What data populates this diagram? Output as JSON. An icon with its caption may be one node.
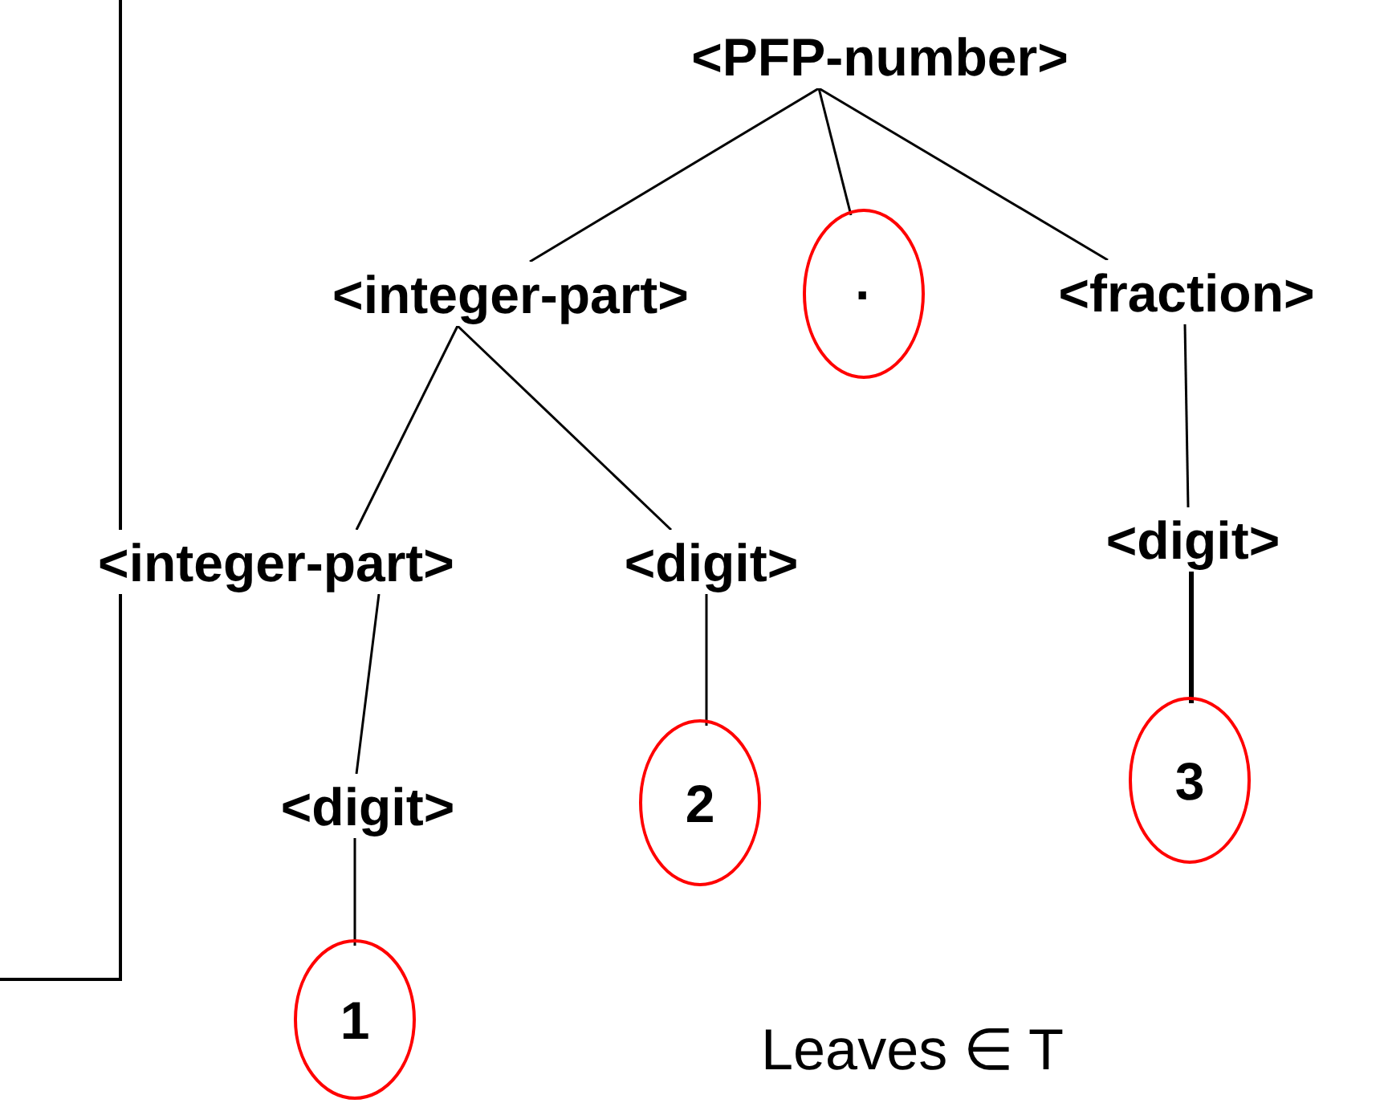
{
  "diagram": {
    "nodes": [
      {
        "text": [
          "<PFP-number>"
        ]
      },
      {
        "text": [
          "<integer-part>"
        ]
      },
      {
        "text": [
          "·"
        ]
      },
      {
        "text": [
          "<fraction>"
        ]
      },
      {
        "text": [
          "<integer-part>"
        ]
      },
      {
        "text": [
          "<digit>"
        ]
      },
      {
        "text": [
          "<digit>"
        ]
      },
      {
        "text": [
          "<digit>"
        ]
      },
      {
        "text": [
          "2"
        ]
      },
      {
        "text": [
          "3"
        ]
      },
      {
        "text": [
          "1"
        ]
      }
    ],
    "edges": [
      {
        "from": 0,
        "to": 1,
        "arrow": "none"
      },
      {
        "from": 0,
        "to": 2,
        "arrow": "none"
      },
      {
        "from": 0,
        "to": 3,
        "arrow": "none"
      },
      {
        "from": 1,
        "to": 4,
        "arrow": "none"
      },
      {
        "from": 1,
        "to": 5,
        "arrow": "none"
      },
      {
        "from": 3,
        "to": 6,
        "arrow": "none"
      },
      {
        "from": 4,
        "to": 7,
        "arrow": "none"
      },
      {
        "from": 5,
        "to": 8,
        "arrow": "none"
      },
      {
        "from": 6,
        "to": 9,
        "arrow": "none",
        "style": "thick"
      },
      {
        "from": 7,
        "to": 10,
        "arrow": "none"
      }
    ],
    "labels": [
      "Leaves ∈ T"
    ]
  }
}
